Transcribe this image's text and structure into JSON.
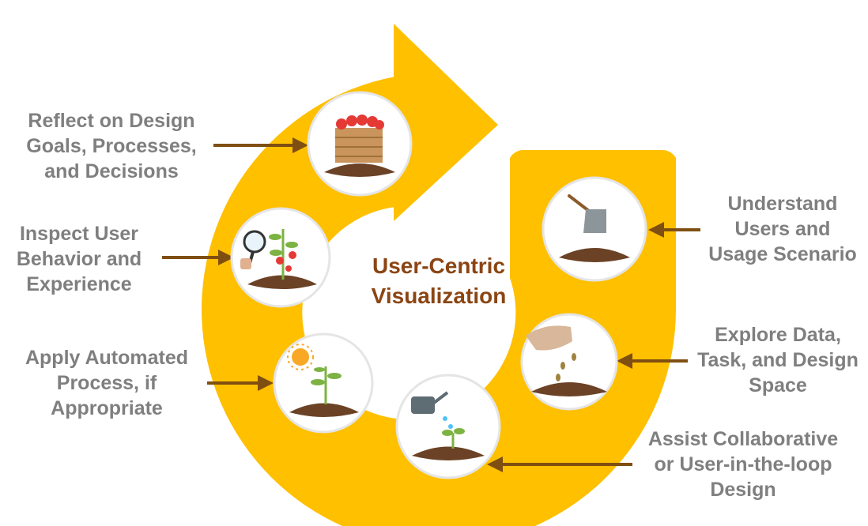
{
  "center_title": "User-Centric\nVisualization",
  "colors": {
    "ring": "#FFC000",
    "arrow": "#7F4F12",
    "label_text": "#7F7F7F",
    "title_text": "#8B4513",
    "soil": "#6B4226",
    "leaf": "#7CB342",
    "tomato": "#E53935"
  },
  "stages": [
    {
      "label": "Understand\nUsers and\nUsage Scenario",
      "icon": "hoe-icon"
    },
    {
      "label": "Explore Data,\nTask, and Design\nSpace",
      "icon": "seed-sowing-icon"
    },
    {
      "label": "Assist Collaborative\nor User-in-the-loop\nDesign",
      "icon": "watering-can-icon"
    },
    {
      "label": "Apply Automated\nProcess, if\nAppropriate",
      "icon": "sun-icon"
    },
    {
      "label": "Inspect User\nBehavior and\nExperience",
      "icon": "magnifier-icon"
    },
    {
      "label": "Reflect on Design\nGoals, Processes,\nand Decisions",
      "icon": "harvest-basket-icon"
    }
  ]
}
